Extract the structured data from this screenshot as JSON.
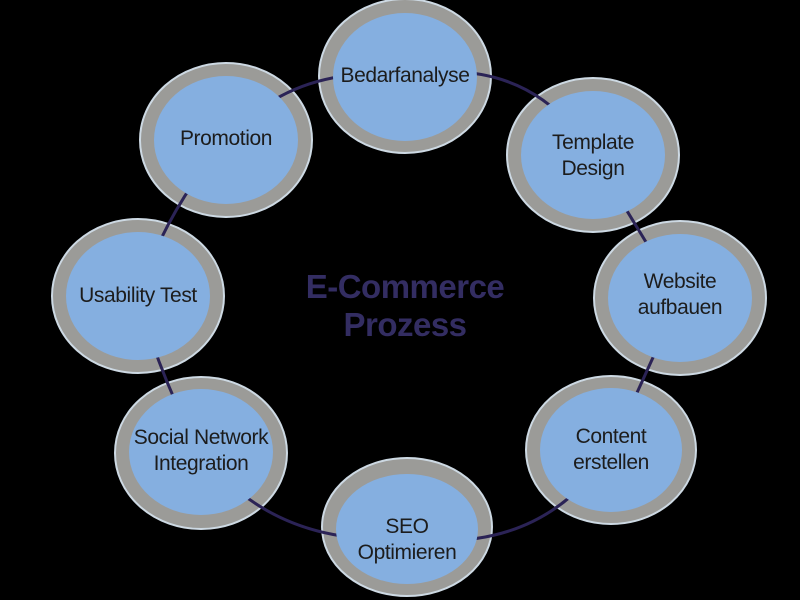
{
  "title": {
    "text": "E-Commerce\nProzess"
  },
  "nodes": [
    {
      "id": "bedarfanalyse",
      "label": "Bedarfanalyse"
    },
    {
      "id": "template-design",
      "label": "Template\nDesign"
    },
    {
      "id": "website-aufbauen",
      "label": "Website\naufbauen"
    },
    {
      "id": "content-erstellen",
      "label": "Content\nerstellen"
    },
    {
      "id": "seo-optimieren",
      "label": "SEO\nOptimieren"
    },
    {
      "id": "social-network-integration",
      "label": "Social Network\nIntegration"
    },
    {
      "id": "usability-test",
      "label": "Usability Test"
    },
    {
      "id": "promotion",
      "label": "Promotion"
    }
  ],
  "colors": {
    "background": "#000000",
    "node_fill": "#85afe0",
    "node_ring": "#9b9b98",
    "node_ring_edge": "#cdd9e3",
    "connector": "#2b2356",
    "title_text": "#332d62",
    "node_text": "#1c1c1c"
  }
}
